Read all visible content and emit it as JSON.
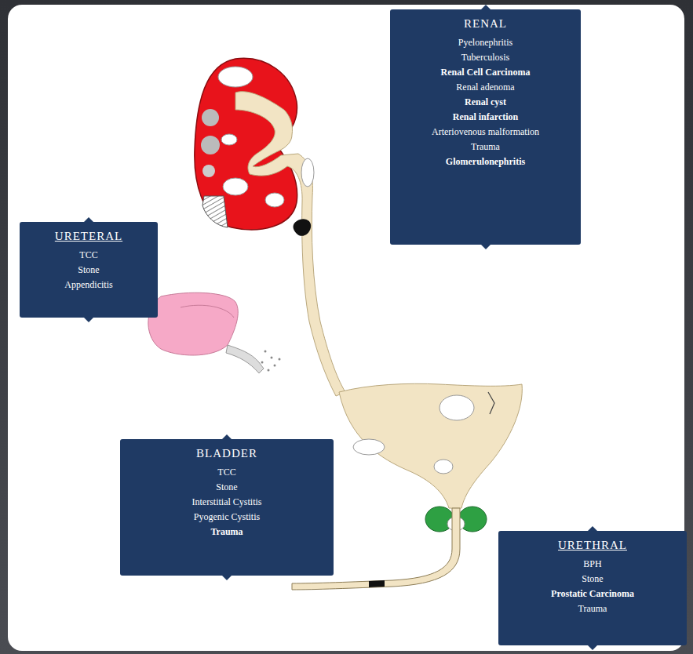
{
  "diagram": {
    "nodes": [
      {
        "text": [
          "RENAL",
          "Pyelonephritis",
          "Tuberculosis",
          "Renal Cell Carcinoma",
          "Renal adenoma",
          "Renal cyst",
          "Renal infarction",
          "Arteriovenous malformation",
          "Trauma",
          "Glomerulonephritis"
        ]
      },
      {
        "text": [
          "URETERAL",
          "TCC",
          "Stone",
          "Appendicitis"
        ]
      },
      {
        "text": [
          "BLADDER",
          "TCC",
          "Stone",
          "Interstitial Cystitis",
          "Pyogenic Cystitis",
          "Trauma"
        ]
      },
      {
        "text": [
          "URETHRAL",
          "BPH",
          "Stone",
          "Prostatic Carcinoma",
          "Trauma"
        ]
      }
    ]
  }
}
